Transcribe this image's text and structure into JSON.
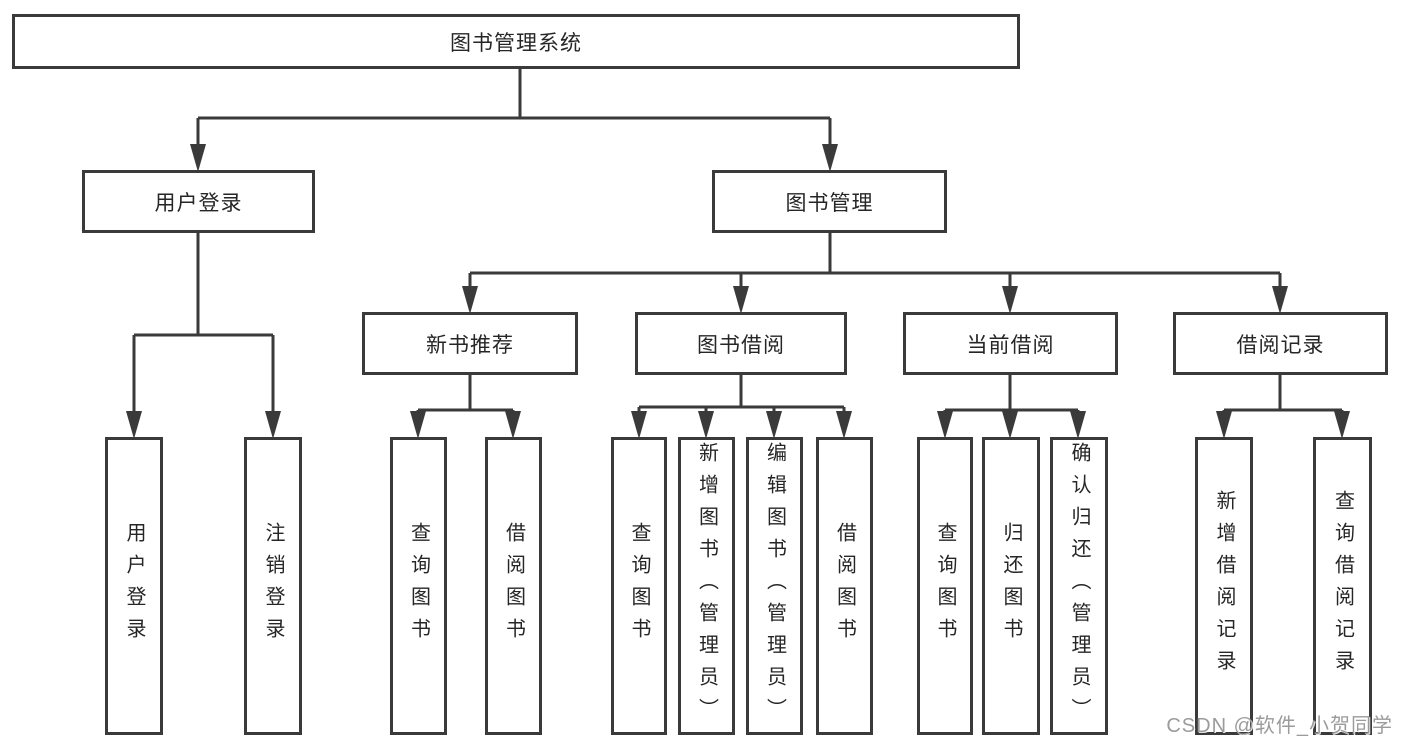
{
  "diagram": {
    "title_note": "functional structure tree",
    "root": {
      "label": "图书管理系统"
    },
    "branches": [
      {
        "label": "用户登录",
        "children": [
          {
            "label": "用户登录"
          },
          {
            "label": "注销登录"
          }
        ]
      },
      {
        "label": "图书管理",
        "children": [
          {
            "label": "新书推荐",
            "children": [
              {
                "label": "查询图书"
              },
              {
                "label": "借阅图书"
              }
            ]
          },
          {
            "label": "图书借阅",
            "children": [
              {
                "label": "查询图书"
              },
              {
                "label": "新增图书（管理员）"
              },
              {
                "label": "编辑图书（管理员）"
              },
              {
                "label": "借阅图书"
              }
            ]
          },
          {
            "label": "当前借阅",
            "children": [
              {
                "label": "查询图书"
              },
              {
                "label": "归还图书"
              },
              {
                "label": "确认归还（管理员）"
              }
            ]
          },
          {
            "label": "借阅记录",
            "children": [
              {
                "label": "新增借阅记录"
              },
              {
                "label": "查询借阅记录"
              }
            ]
          }
        ]
      }
    ]
  },
  "watermark": {
    "text": "CSDN @软件_小贺同学"
  },
  "colors": {
    "line": "#3a3a3a",
    "box_border": "#3a3a3a",
    "box_text": "#262626",
    "watermark": "#9b9b9b",
    "background": "#ffffff"
  }
}
